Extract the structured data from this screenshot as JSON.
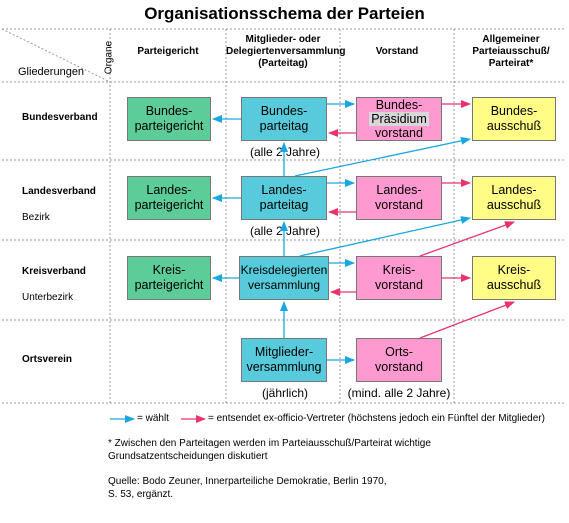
{
  "title": "Organisationsschema der Parteien",
  "header": {
    "organe": "Organe",
    "gliederungen": "Gliederungen",
    "columns": [
      [
        "Parteigericht"
      ],
      [
        "Mitglieder- oder",
        "Delegiertenversammlung",
        "(Parteitag)"
      ],
      [
        "Vorstand"
      ],
      [
        "Allgemeiner",
        "Parteiausschuß/",
        "Parteirat*"
      ]
    ]
  },
  "rows": [
    {
      "label": "Bundesverband",
      "sub": ""
    },
    {
      "label": "Landesverband",
      "sub": "Bezirk"
    },
    {
      "label": "Kreisverband",
      "sub": "Unterbezirk"
    },
    {
      "label": "Ortsverein",
      "sub": ""
    }
  ],
  "boxes": {
    "bundesparteigericht": [
      "Bundes-",
      "parteigericht"
    ],
    "bundesparteitag": [
      "Bundes-",
      "parteitag"
    ],
    "bundesvorstand_top": "Bundes-",
    "bundesvorstand_praesidium": "Präsidium",
    "bundesvorstand_bottom": "vorstand",
    "bundesausschuss": [
      "Bundes-",
      "ausschuß"
    ],
    "landesparteigericht": [
      "Landes-",
      "parteigericht"
    ],
    "landesparteitag": [
      "Landes-",
      "parteitag"
    ],
    "landesvorstand": [
      "Landes-",
      "vorstand"
    ],
    "landesausschuss": [
      "Landes-",
      "ausschuß"
    ],
    "kreisparteigericht": [
      "Kreis-",
      "parteigericht"
    ],
    "kreisdelegiertenversammlung": [
      "Kreisdelegierten",
      "versammlung"
    ],
    "kreisvorstand": [
      "Kreis-",
      "vorstand"
    ],
    "kreisausschuss": [
      "Kreis-",
      "ausschuß"
    ],
    "mitgliederversammlung": [
      "Mitglieder-",
      "versammlung"
    ],
    "ortsvorstand": [
      "Orts-",
      "vorstand"
    ]
  },
  "notes": {
    "bundesparteitag_freq": "(alle 2  Jahre)",
    "landesparteitag_freq": "(alle 2  Jahre)",
    "mitgliederversammlung_freq": "(jährlich)",
    "ortsvorstand_freq": "(mind. alle 2 Jahre)"
  },
  "legend": {
    "waehlt": "= wählt",
    "entsendet": "= entsendet ex-officio-Vertreter (höchstens jedoch ein Fünftel der Mitglieder)"
  },
  "footnote": [
    "* Zwischen den Parteitagen werden im Parteiausschuß/Parteirat wichtige",
    "Grundsatzentscheidungen diskutiert"
  ],
  "source": [
    "Quelle: Bodo Zeuner, Innerparteiliche Demokratie, Berlin 1970,",
    "S. 53, ergänzt."
  ],
  "colors": {
    "waehlt_arrow": "#1aa6e0",
    "entsendet_arrow": "#e8336c",
    "grid": "#999999",
    "green": "#5ccc98",
    "cyan": "#57cbdb",
    "pink": "#ff9ad0",
    "yellow": "#fffd85"
  }
}
